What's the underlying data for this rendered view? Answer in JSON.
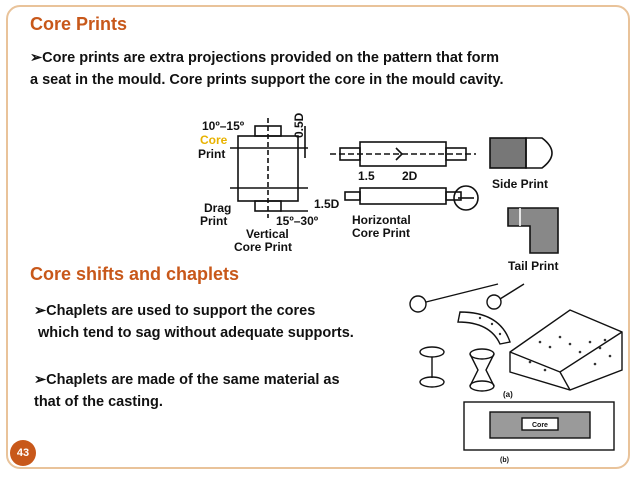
{
  "section1": {
    "title": "Core Prints",
    "bullet": "➢",
    "line1": "Core prints are extra projections provided on the pattern that form",
    "line2": "a seat in the mould. Core prints support the core in the mould cavity."
  },
  "figure1": {
    "angle_top": "10º–15º",
    "core": "Core",
    "print": "Print",
    "dim_05d": "0.5D",
    "dim_150": "1.5D",
    "drag": "Drag",
    "drag_print": "Print",
    "angle_bottom": "15º–30º",
    "vertical": "Vertical",
    "core_print": "Core Print",
    "dim_15": "1.5",
    "dim_2d": "2D",
    "horizontal": "Horizontal",
    "horizontal_core_print": "Core Print",
    "side_print": "Side Print",
    "tail_print": "Tail Print"
  },
  "section2": {
    "title": "Core shifts and chaplets",
    "b1_line1": "Chaplets are used to support the cores",
    "b1_line2": " which tend to sag without adequate supports.",
    "b2_line1": "Chaplets are made of the same material as",
    "b2_line2": "that of the casting."
  },
  "figure2": {
    "label_a": "(a)",
    "core": "Core",
    "label_b": "(b)"
  },
  "footer": {
    "page_number": "43"
  },
  "colors": {
    "accent": "#c8581a",
    "frame": "#e9c39a",
    "highlight": "#e8b200"
  }
}
